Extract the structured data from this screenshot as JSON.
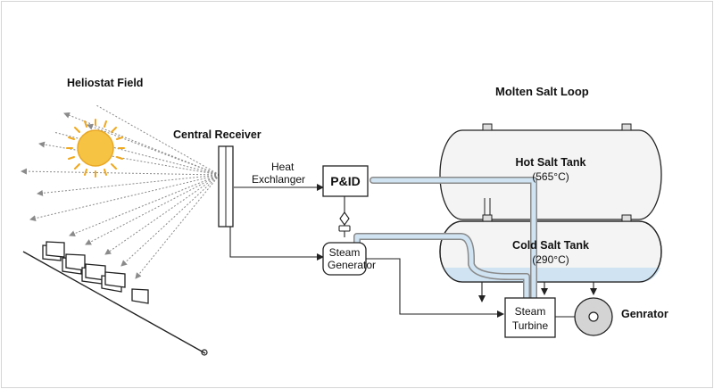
{
  "labels": {
    "heliostat_field": "Heliostat Field",
    "central_receiver": "Central Receiver",
    "molten_salt_loop": "Molten Salt Loop",
    "heat_exchanger_line1": "Heat",
    "heat_exchanger_line2": "Exchlanger",
    "pid": "P&ID",
    "steam_generator_line1": "Steam",
    "steam_generator_line2": "Generator",
    "hot_tank_name": "Hot Salt Tank",
    "hot_tank_temp": "(565°C)",
    "cold_tank_name": "Cold Salt Tank",
    "cold_tank_temp": "(290°C)",
    "steam_turbine_line1": "Steam",
    "steam_turbine_line2": "Turbine",
    "generator": "Genrator"
  },
  "colors": {
    "sun_fill": "#f6c342",
    "sun_ray": "#f0a81c",
    "tank_fill": "#f4f4f4",
    "salt_blue": "#cfe3f2",
    "salt_blue_edge": "#9fbfd8",
    "line": "#222222",
    "ray_line": "#8a8a8a"
  },
  "icons": {
    "sun": "sun-icon",
    "receiver": "central-receiver-tower-icon",
    "mirrors": "heliostat-mirror-icon",
    "generator": "generator-icon",
    "valve": "valve-icon"
  }
}
